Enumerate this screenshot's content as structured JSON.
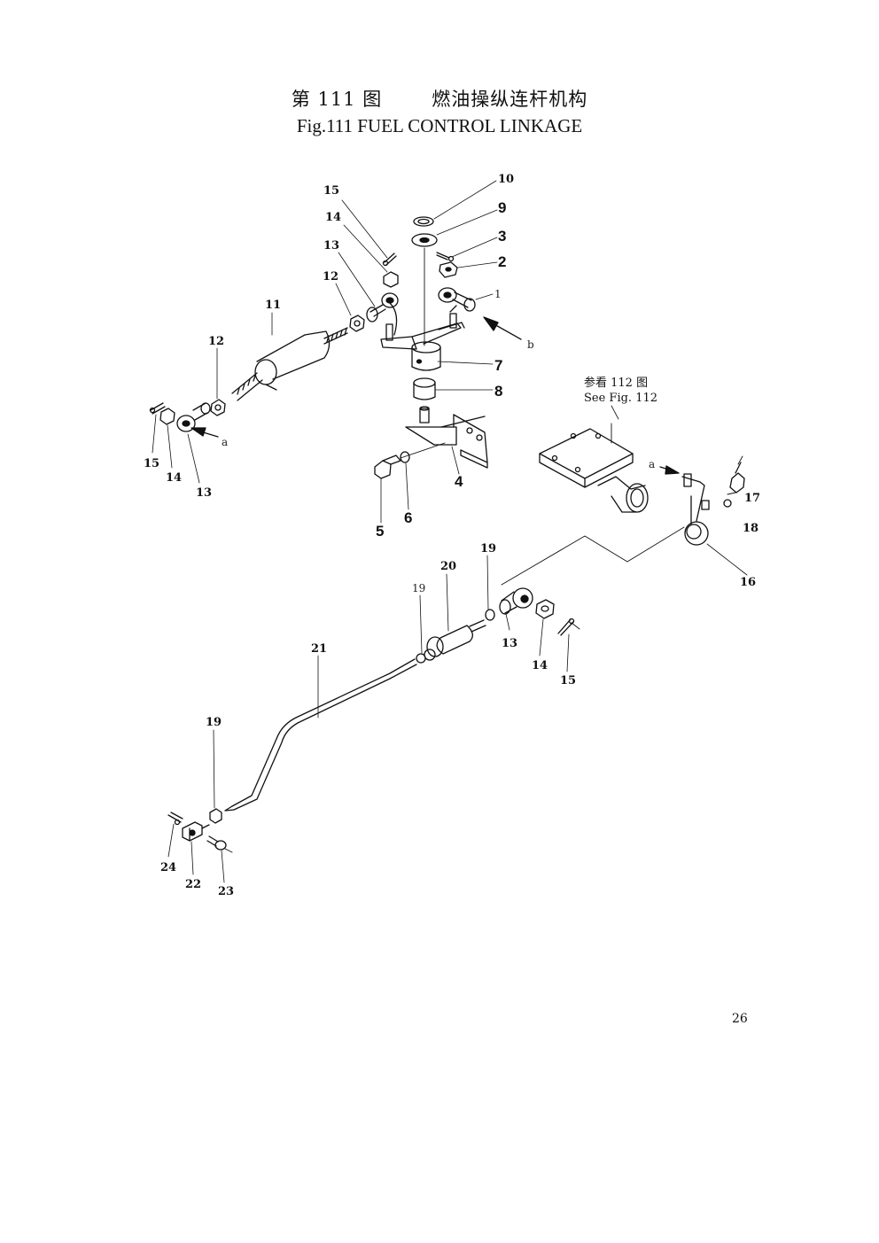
{
  "title": {
    "fig_cn": "第 111 图",
    "name_cn": "燃油操纵连杆机构",
    "en": "Fig.111 FUEL CONTROL LINKAGE"
  },
  "reference": {
    "cn": "参看 112 图",
    "en": "See Fig. 112"
  },
  "callouts": {
    "top_15": "15",
    "top_14": "14",
    "top_13": "13",
    "top_12": "12",
    "top_11": "11",
    "left_12": "12",
    "left_15": "15",
    "left_14": "14",
    "left_13": "13",
    "left_a": "a",
    "n10": "10",
    "n9": "9",
    "n3": "3",
    "n2": "2",
    "n1": "1",
    "b": "b",
    "n7": "7",
    "n8": "8",
    "n4": "4",
    "n5": "5",
    "n6": "6",
    "right_a": "a",
    "n17": "17",
    "n18": "18",
    "n16": "16",
    "mid_19a": "19",
    "mid_20": "20",
    "mid_19b": "19",
    "mid_13": "13",
    "mid_14": "14",
    "mid_15": "15",
    "n21": "21",
    "low_19": "19",
    "n24": "24",
    "n22": "22",
    "n23": "23"
  },
  "page_number": "26"
}
